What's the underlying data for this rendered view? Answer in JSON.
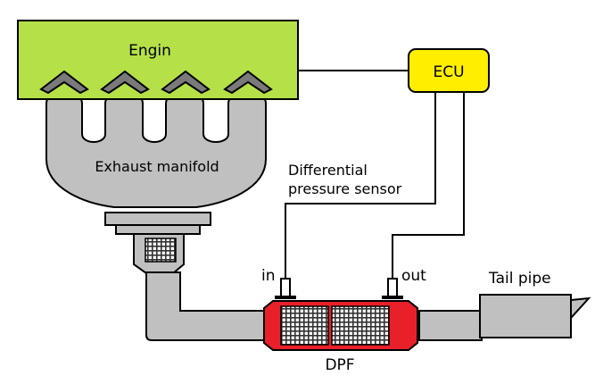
{
  "labels": {
    "engine": "Engin",
    "ecu": "ECU",
    "manifold": "Exhaust manifold",
    "sensor_line1": "Differential",
    "sensor_line2": "pressure sensor",
    "port_in": "in",
    "port_out": "out",
    "tail_pipe": "Tail pipe",
    "dpf": "DPF"
  },
  "colors": {
    "engine_fill": "#b5e048",
    "ecu_fill": "#ffee00",
    "pipe_fill": "#c0c0c0",
    "dpf_fill": "#e8202a",
    "line": "#000000"
  }
}
